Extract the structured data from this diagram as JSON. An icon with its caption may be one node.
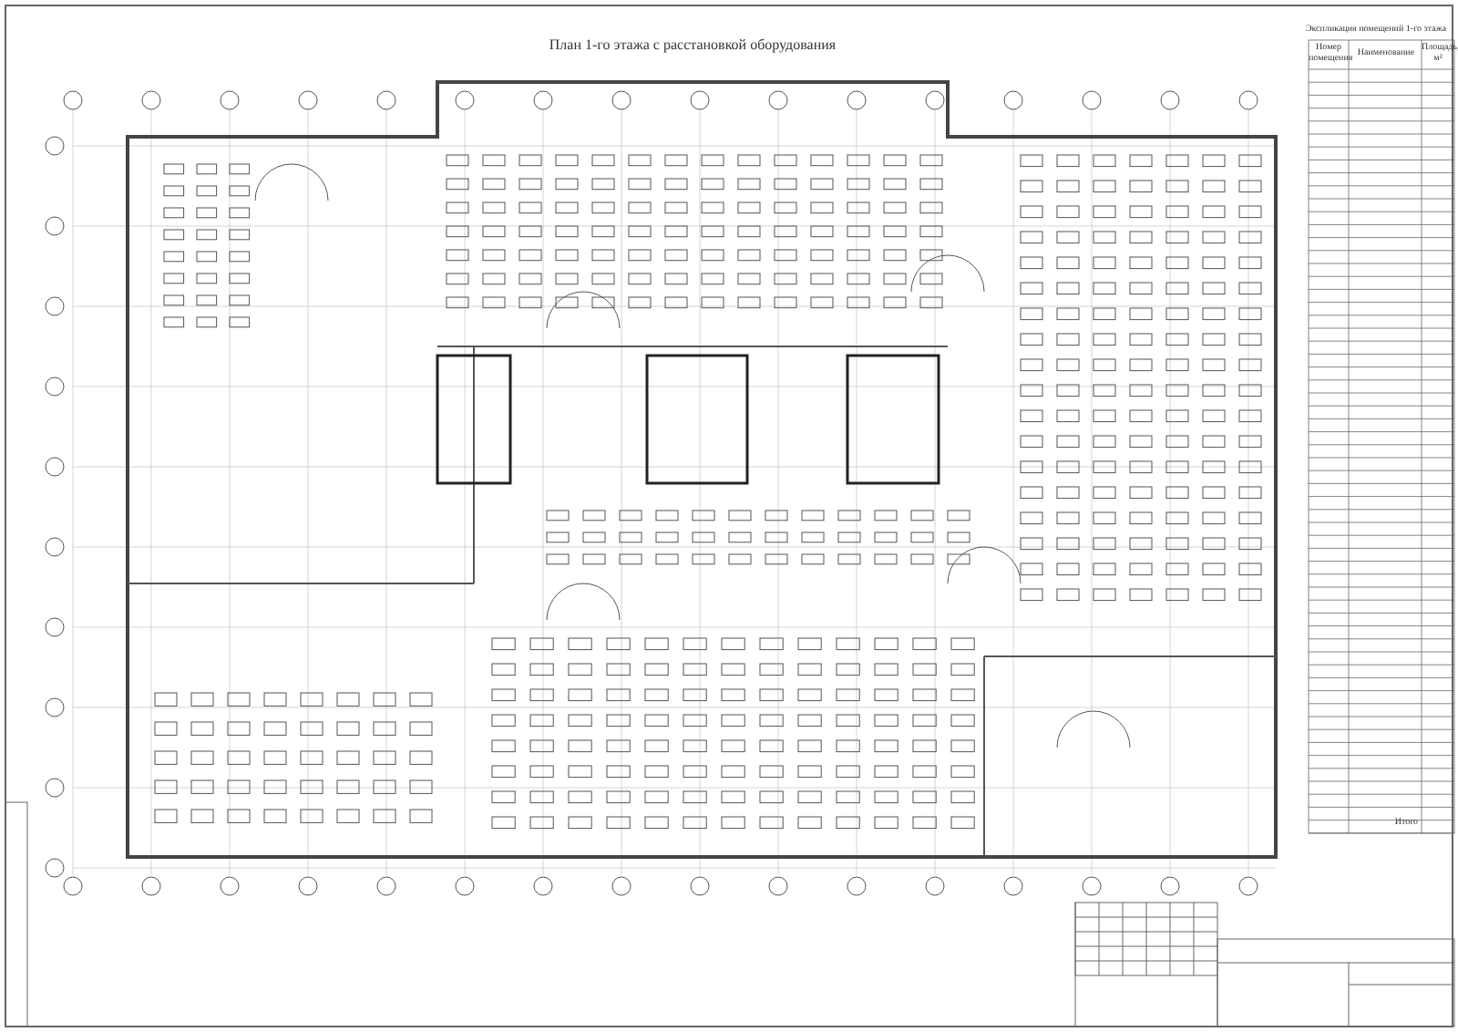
{
  "diagram": {
    "title": "План 1-го этажа с расстановкой оборудования",
    "labels": [
      "Экспликация помещений 1-го этажа",
      "Номер помещения",
      "Наименование",
      "Площадь, м²",
      "Итого"
    ]
  }
}
